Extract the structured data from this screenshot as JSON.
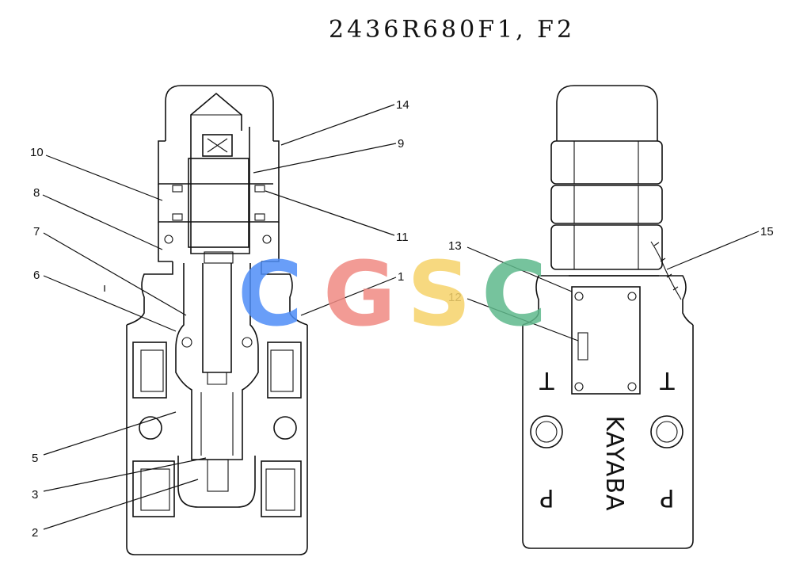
{
  "title": "2436R680F1, F2",
  "callouts": [
    {
      "id": "1",
      "label": "1"
    },
    {
      "id": "2",
      "label": "2"
    },
    {
      "id": "3",
      "label": "3"
    },
    {
      "id": "5",
      "label": "5"
    },
    {
      "id": "6",
      "label": "6"
    },
    {
      "id": "7",
      "label": "7"
    },
    {
      "id": "8",
      "label": "8"
    },
    {
      "id": "9",
      "label": "9"
    },
    {
      "id": "10",
      "label": "10"
    },
    {
      "id": "11",
      "label": "11"
    },
    {
      "id": "12",
      "label": "12"
    },
    {
      "id": "13",
      "label": "13"
    },
    {
      "id": "14",
      "label": "14"
    },
    {
      "id": "15",
      "label": "15"
    }
  ],
  "port_labels": {
    "left_top": "T",
    "right_top": "T",
    "left_bottom": "P",
    "right_bottom": "P"
  },
  "brand": "KAYABA",
  "watermark": {
    "letters": [
      "C",
      "G",
      "S",
      "C"
    ],
    "colors": [
      "#4f8ef7",
      "#f08a83",
      "#f6d36b",
      "#5fb98c"
    ]
  },
  "stray_mark": "ı"
}
